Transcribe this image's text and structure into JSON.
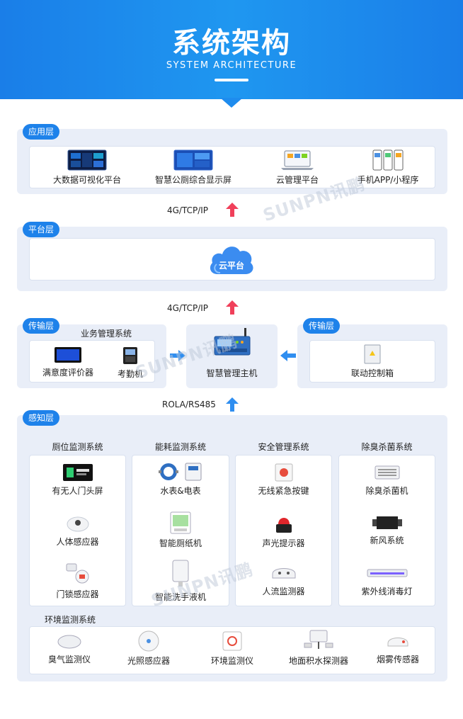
{
  "header": {
    "title": "系统架构",
    "subtitle": "SYSTEM ARCHITECTURE"
  },
  "watermark": "SUNPN讯鹏",
  "colors": {
    "accent": "#1e82ea",
    "panel": "#e9eef8",
    "arrow_red": "#f0405a",
    "arrow_blue": "#2f8ef0"
  },
  "application_layer": {
    "tag": "应用层",
    "items": [
      "大数据可视化平台",
      "智慧公厕综合显示屏",
      "云管理平台",
      "手机APP/小程序"
    ]
  },
  "link1": "4G/TCP/IP",
  "platform_layer": {
    "tag": "平台层",
    "cloud_label": "云平台"
  },
  "link2": "4G/TCP/IP",
  "transport_left": {
    "tag": "传输层",
    "title": "业务管理系统",
    "items": [
      "满意度评价器",
      "考勤机"
    ]
  },
  "host": {
    "label": "智慧管理主机"
  },
  "transport_right": {
    "tag": "传输层",
    "items": [
      "联动控制箱"
    ]
  },
  "link3": "ROLA/RS485",
  "perception_layer": {
    "tag": "感知层",
    "systems": [
      {
        "title": "厕位监测系统",
        "items": [
          "有无人门头屏",
          "人体感应器",
          "门锁感应器"
        ]
      },
      {
        "title": "能耗监测系统",
        "items": [
          "水表&电表",
          "智能厕纸机",
          "智能洗手液机"
        ]
      },
      {
        "title": "安全管理系统",
        "items": [
          "无线紧急按键",
          "声光提示器",
          "人流监测器"
        ]
      },
      {
        "title": "除臭杀菌系统",
        "items": [
          "除臭杀菌机",
          "新风系统",
          "紫外线消毒灯"
        ]
      }
    ],
    "env": {
      "title": "环境监测系统",
      "items": [
        "臭气监测仪",
        "光照感应器",
        "环境监测仪",
        "地面积水探测器",
        "烟雾传感器"
      ]
    }
  }
}
